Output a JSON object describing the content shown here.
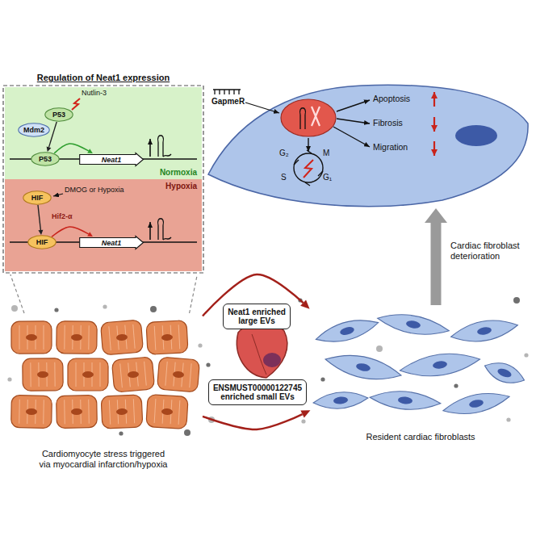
{
  "diagram": {
    "nodes": [
      {
        "text": [
          "Regulation of Neat1 expression"
        ]
      },
      {
        "text": [
          "Normoxia"
        ],
        "in": 0
      },
      {
        "text": [
          "Hypoxia"
        ],
        "in": 0
      },
      {
        "text": [
          "P53"
        ],
        "in": 1
      },
      {
        "text": [
          "Mdm2"
        ],
        "in": 1
      },
      {
        "text": [
          "P53"
        ],
        "in": 1
      },
      {
        "text": [
          "Neat1"
        ],
        "in": 1
      },
      {
        "text": [
          "HIF"
        ],
        "in": 2
      },
      {
        "text": [
          "HIF"
        ],
        "in": 2
      },
      {
        "text": [
          "Neat1"
        ],
        "in": 2
      },
      {
        "text": [
          "GapmeR",
          "Apoptosis",
          "Fibrosis",
          "Migration",
          "G₂",
          "M",
          "S",
          "G₁"
        ]
      },
      {
        "text": [
          "Cardiomyocyte stress triggered via myocardial infarction/hypoxia"
        ]
      },
      {
        "text": [
          "Neat1 enriched large EVs"
        ]
      },
      {
        "text": [
          "ENSMUST00000122745 enriched small EVs"
        ]
      },
      {
        "text": [
          "Resident cardiac fibroblasts"
        ]
      }
    ],
    "edges": [
      {
        "from": 3,
        "to": 5,
        "arrow": "to"
      },
      {
        "from": 5,
        "to": 6,
        "arrow": "to"
      },
      {
        "from": 7,
        "to": 8,
        "arrow": "to"
      },
      {
        "from": 8,
        "to": 9,
        "arrow": "to",
        "label": "Hif2-α"
      },
      {
        "from": 11,
        "to": 0,
        "arrow": "none"
      },
      {
        "from": 11,
        "to": 0,
        "arrow": "none"
      },
      {
        "from": 11,
        "to": 14,
        "arrow": "to"
      },
      {
        "from": 11,
        "to": 14,
        "arrow": "to"
      },
      {
        "from": 14,
        "to": 10,
        "arrow": "to",
        "label": "Cardiac fibroblast deterioration"
      }
    ],
    "labels": [
      "Nutlin-3",
      "DMOG or Hypoxia"
    ]
  }
}
